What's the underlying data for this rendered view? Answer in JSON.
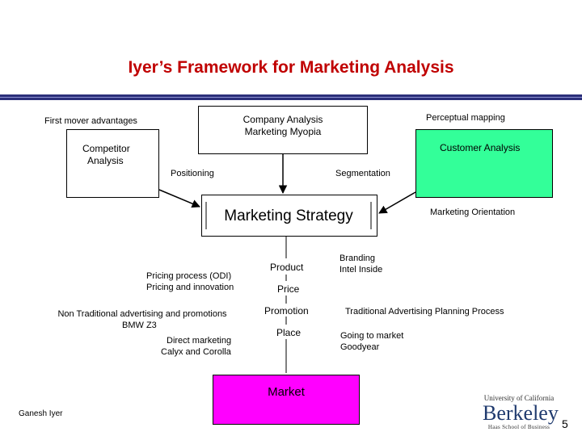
{
  "slide": {
    "title": "Iyer’s Framework for Marketing Analysis",
    "page_number": "5",
    "author": "Ganesh Iyer"
  },
  "colors": {
    "title": "#c00000",
    "rule": "#2b2f7a",
    "customer_box": "#33ff99",
    "market_box": "#ff00ff"
  },
  "nodes": {
    "first_mover": "First mover advantages",
    "company_line1": "Company Analysis",
    "company_line2": "Marketing Myopia",
    "perceptual": "Perceptual mapping",
    "competitor_line1": "Competitor",
    "competitor_line2": "Analysis",
    "customer": "Customer Analysis",
    "positioning": "Positioning",
    "segmentation": "Segmentation",
    "strategy": "Marketing Strategy",
    "orientation": "Marketing Orientation",
    "product": "Product",
    "price": "Price",
    "promotion": "Promotion",
    "place": "Place",
    "branding_line1": "Branding",
    "branding_line2": "Intel Inside",
    "pricing_line1": "Pricing process (ODI)",
    "pricing_line2": "Pricing and innovation",
    "nontrad_line1": "Non Traditional advertising and promotions",
    "nontrad_line2": "BMW Z3",
    "direct_line1": "Direct marketing",
    "direct_line2": "Calyx and Corolla",
    "trad": "Traditional Advertising Planning Process",
    "going_line1": "Going to market",
    "going_line2": "Goodyear",
    "market": "Market"
  },
  "logo": {
    "top": "University of California",
    "main": "Berkeley",
    "sub": "Haas School of Business"
  }
}
